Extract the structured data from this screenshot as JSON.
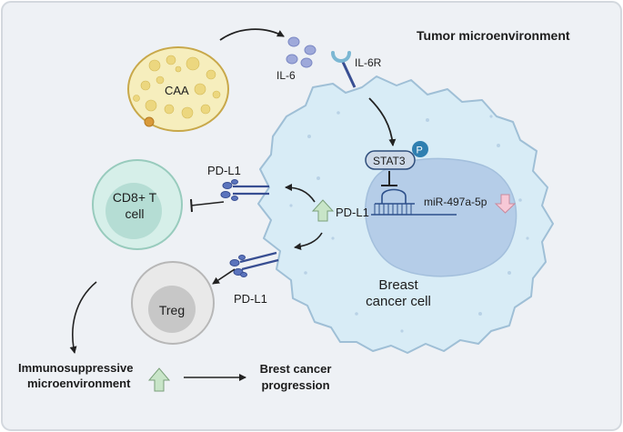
{
  "title": "Tumor microenvironment",
  "labels": {
    "caa": "CAA",
    "il6": "IL-6",
    "il6r": "IL-6R",
    "stat3": "STAT3",
    "phospho": "P",
    "mirna": "miR-497a-5p",
    "pdl1_cell": "PD-L1",
    "pdl1_top": "PD-L1",
    "pdl1_bottom": "PD-L1",
    "cd8_line1": "CD8+ T",
    "cd8_line2": "cell",
    "treg": "Treg",
    "breast_line1": "Breast",
    "breast_line2": "cancer cell",
    "immuno_line1": "Immunosuppressive",
    "immuno_line2": "microenvironment",
    "progression_line1": "Brest cancer",
    "progression_line2": "progression"
  },
  "colors": {
    "background": "#eef1f5",
    "cell_fill": "#d8ecf6",
    "cell_stroke": "#9fbfd6",
    "nucleus": "#b5cde8",
    "caa_fill": "#f6eebd",
    "caa_stroke": "#c8a84a",
    "cd8_outer": "#d6efe9",
    "cd8_inner": "#b5ddd4",
    "treg_outer": "#e9e9e9",
    "treg_inner": "#c7c7c7",
    "receptor": "#384e92",
    "up_arrow": "#c8e5c8",
    "down_arrow": "#f7c8d6",
    "phospho": "#2f7fb0"
  },
  "icons": [
    "caa-adipocyte-icon",
    "il6-molecule-icon",
    "il6r-receptor-icon",
    "pdl1-receptor-icon",
    "up-arrow-icon",
    "down-arrow-icon",
    "phosphate-icon",
    "mirna-hairpin-icon"
  ]
}
